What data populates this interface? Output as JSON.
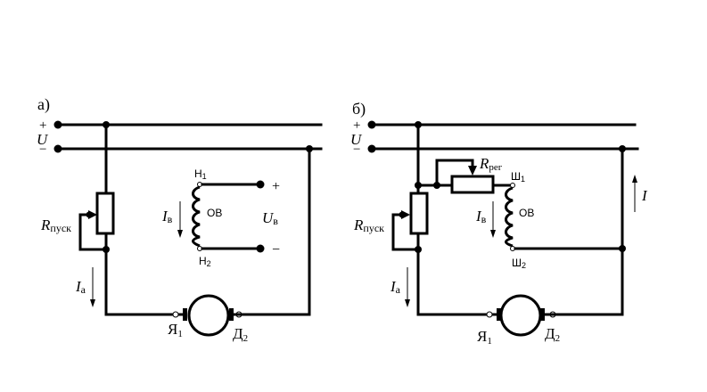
{
  "colors": {
    "line": "#000000",
    "background": "#ffffff"
  },
  "circuit_a": {
    "label": "а)",
    "plus": "+",
    "minus": "−",
    "supply_symbol": "U",
    "start_resistor": {
      "main": "R",
      "sub": "пуск"
    },
    "armature_current": {
      "main": "I",
      "sub": "a"
    },
    "field_current": {
      "main": "I",
      "sub": "в"
    },
    "field_winding": "ОВ",
    "field_terminal_top": {
      "main": "Н",
      "sub": "1"
    },
    "field_terminal_bottom": {
      "main": "Н",
      "sub": "2"
    },
    "field_voltage": {
      "main": "U",
      "sub": "в"
    },
    "field_plus": "+",
    "field_minus": "−",
    "armature_terminal_1": {
      "main": "Я",
      "sub": "1"
    },
    "armature_terminal_2": {
      "main": "Д",
      "sub": "2"
    }
  },
  "circuit_b": {
    "label": "б)",
    "plus": "+",
    "minus": "−",
    "supply_symbol": "U",
    "start_resistor": {
      "main": "R",
      "sub": "пуск"
    },
    "armature_current": {
      "main": "I",
      "sub": "a"
    },
    "field_current": {
      "main": "I",
      "sub": "в"
    },
    "field_winding": "ОВ",
    "regulating_resistor": {
      "main": "R",
      "sub": "рег"
    },
    "field_terminal_top": {
      "main": "Ш",
      "sub": "1"
    },
    "field_terminal_bottom": {
      "main": "Ш",
      "sub": "2"
    },
    "line_current": "I",
    "armature_terminal_1": {
      "main": "Я",
      "sub": "1"
    },
    "armature_terminal_2": {
      "main": "Д",
      "sub": "2"
    }
  }
}
